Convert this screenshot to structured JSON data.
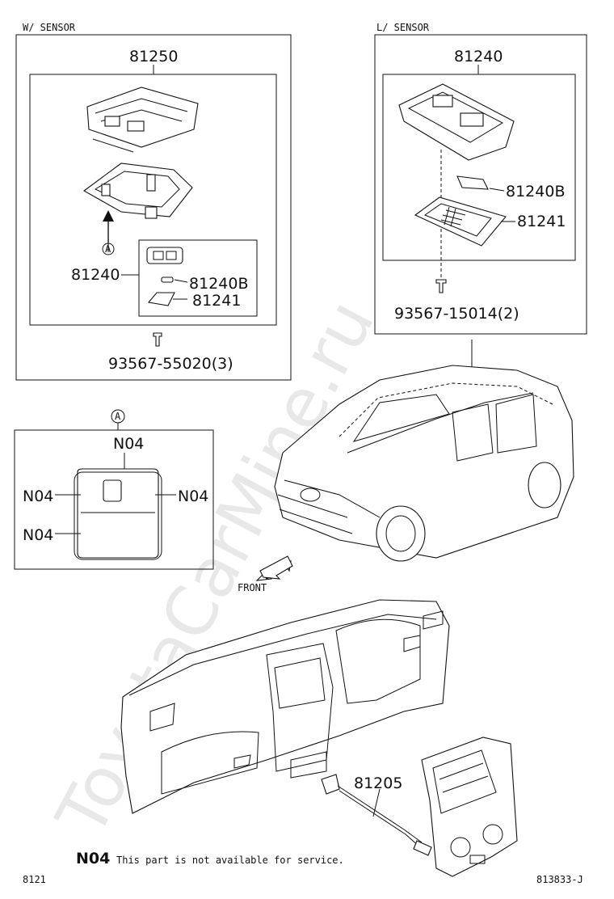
{
  "sections": {
    "w_sensor": {
      "title": "W/ SENSOR",
      "assembly": "81250",
      "sub_assembly": "81240",
      "bulb": "81240B",
      "lens": "81241",
      "screw": "93567-55020(3)",
      "marker": "A"
    },
    "l_sensor": {
      "title": "L/ SENSOR",
      "assembly": "81240",
      "bulb": "81240B",
      "lens": "81241",
      "screw": "93567-15014(2)"
    },
    "detail_a": {
      "marker": "A",
      "labels": [
        "N04",
        "N04",
        "N04",
        "N04"
      ]
    }
  },
  "front_label": "FRONT",
  "wire_part": "81205",
  "footnote": {
    "code": "N04",
    "text": "This part is not available for service."
  },
  "corner_left": "8121",
  "corner_right": "813833-J",
  "watermark": "ToyotaCarMine.ru"
}
